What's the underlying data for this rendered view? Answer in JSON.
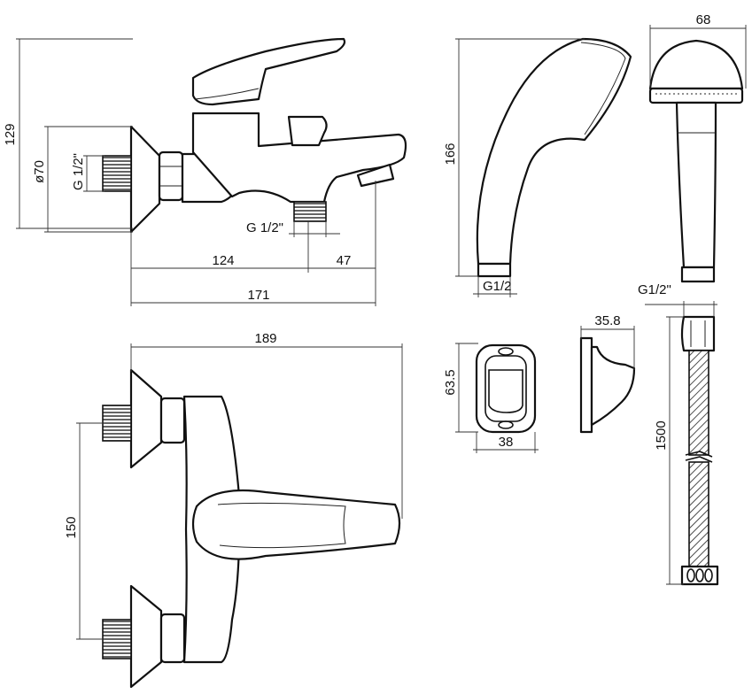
{
  "side_view": {
    "height_129": "129",
    "diameter_70": "ø70",
    "thread_inlet": "G 1/2\"",
    "thread_outlet": "G 1/2\"",
    "dim_124": "124",
    "dim_47": "47",
    "dim_171": "171"
  },
  "top_view": {
    "dim_189": "189",
    "dim_150": "150"
  },
  "hand_shower": {
    "length_166": "166",
    "thread": "G1/2",
    "head_width_68": "68"
  },
  "wall_bracket": {
    "height_63_5": "63.5",
    "width_38": "38",
    "depth_35_8": "35.8"
  },
  "hose": {
    "thread": "G1/2\"",
    "length_1500": "1500"
  }
}
